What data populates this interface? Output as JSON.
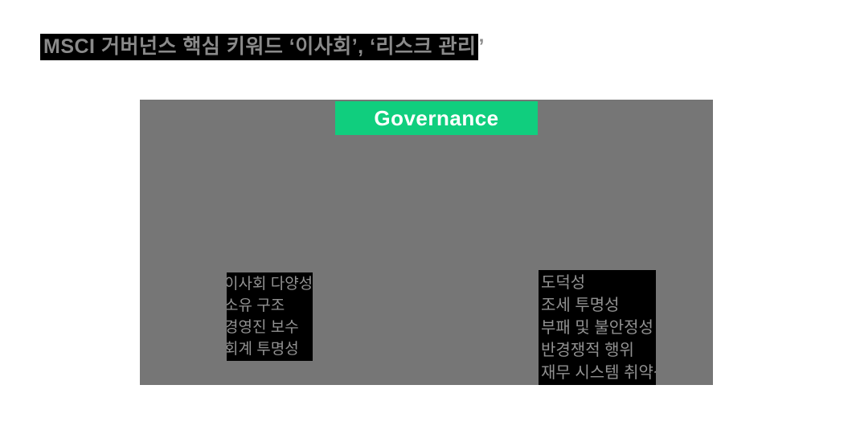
{
  "title": {
    "highlighted": "MSCI 거버넌스 핵심 키워드 ‘이사회’, ‘리스크 관리",
    "suffix": "’"
  },
  "panel": {
    "governance_label": "Governance",
    "left_box": {
      "items": [
        "이사회 다양성",
        "소유 구조",
        "경영진 보수",
        "회계 투명성"
      ]
    },
    "right_box": {
      "items": [
        "도덕성",
        "조세 투명성",
        "부패 및 불안정성",
        "반경쟁적 행위",
        "재무 시스템 취약성"
      ]
    }
  },
  "colors": {
    "accent_green": "#10ce7e",
    "panel_gray": "#767676",
    "highlight_black": "#000000",
    "title_text_gray": "#8a8a8a",
    "keyword_text_gray": "#919191",
    "badge_text_white": "#ffffff",
    "page_background": "#ffffff"
  }
}
